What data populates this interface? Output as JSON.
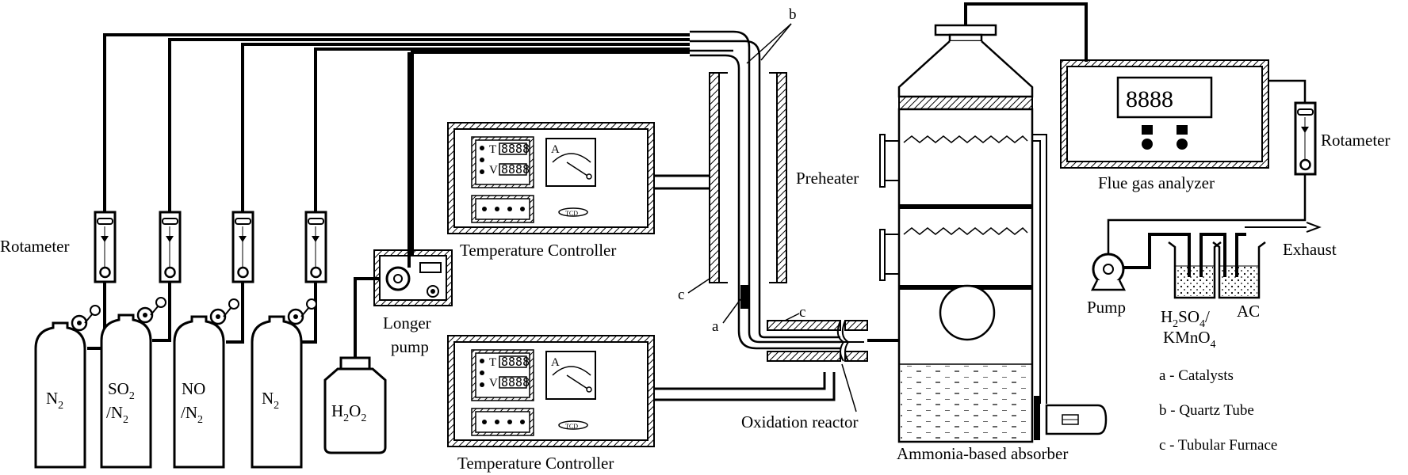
{
  "labels": {
    "rotameter_left": "Rotameter",
    "rotameter_right": "Rotameter",
    "pump_name_line1": "Longer",
    "pump_name_line2": "pump",
    "tc_top": "Temperature Controller",
    "tc_bottom": "Temperature Controller",
    "preheater": "Preheater",
    "oxidation_reactor": "Oxidation reactor",
    "absorber": "Ammonia-based absorber",
    "flue_gas_analyzer": "Flue gas analyzer",
    "pump": "Pump",
    "exhaust": "Exhaust",
    "ac": "AC",
    "marker_a": "a",
    "marker_b": "b",
    "marker_c1": "c",
    "marker_c2": "c"
  },
  "cylinders": [
    {
      "line1": "N",
      "sub1": "2",
      "line2": "",
      "sub2": ""
    },
    {
      "line1": "SO",
      "sub1": "2",
      "line2": "/N",
      "sub2": "2"
    },
    {
      "line1": "NO",
      "sub1": "",
      "line2": "/N",
      "sub2": "2"
    },
    {
      "line1": "N",
      "sub1": "2",
      "line2": "",
      "sub2": ""
    }
  ],
  "h2o2": {
    "a": "H",
    "a_sub": "2",
    "b": "O",
    "b_sub": "2"
  },
  "bottle1": {
    "l1": "H",
    "l1s": "2",
    "l1b": "SO",
    "l1bs": "4",
    "l1c": "/",
    "l2": "KMnO",
    "l2s": "4"
  },
  "controller": {
    "t": "T",
    "v": "V",
    "a": "A",
    "brand": "TCD"
  },
  "legend": [
    "a - Catalysts",
    "b - Quartz Tube",
    "c - Tubular Furnace"
  ]
}
